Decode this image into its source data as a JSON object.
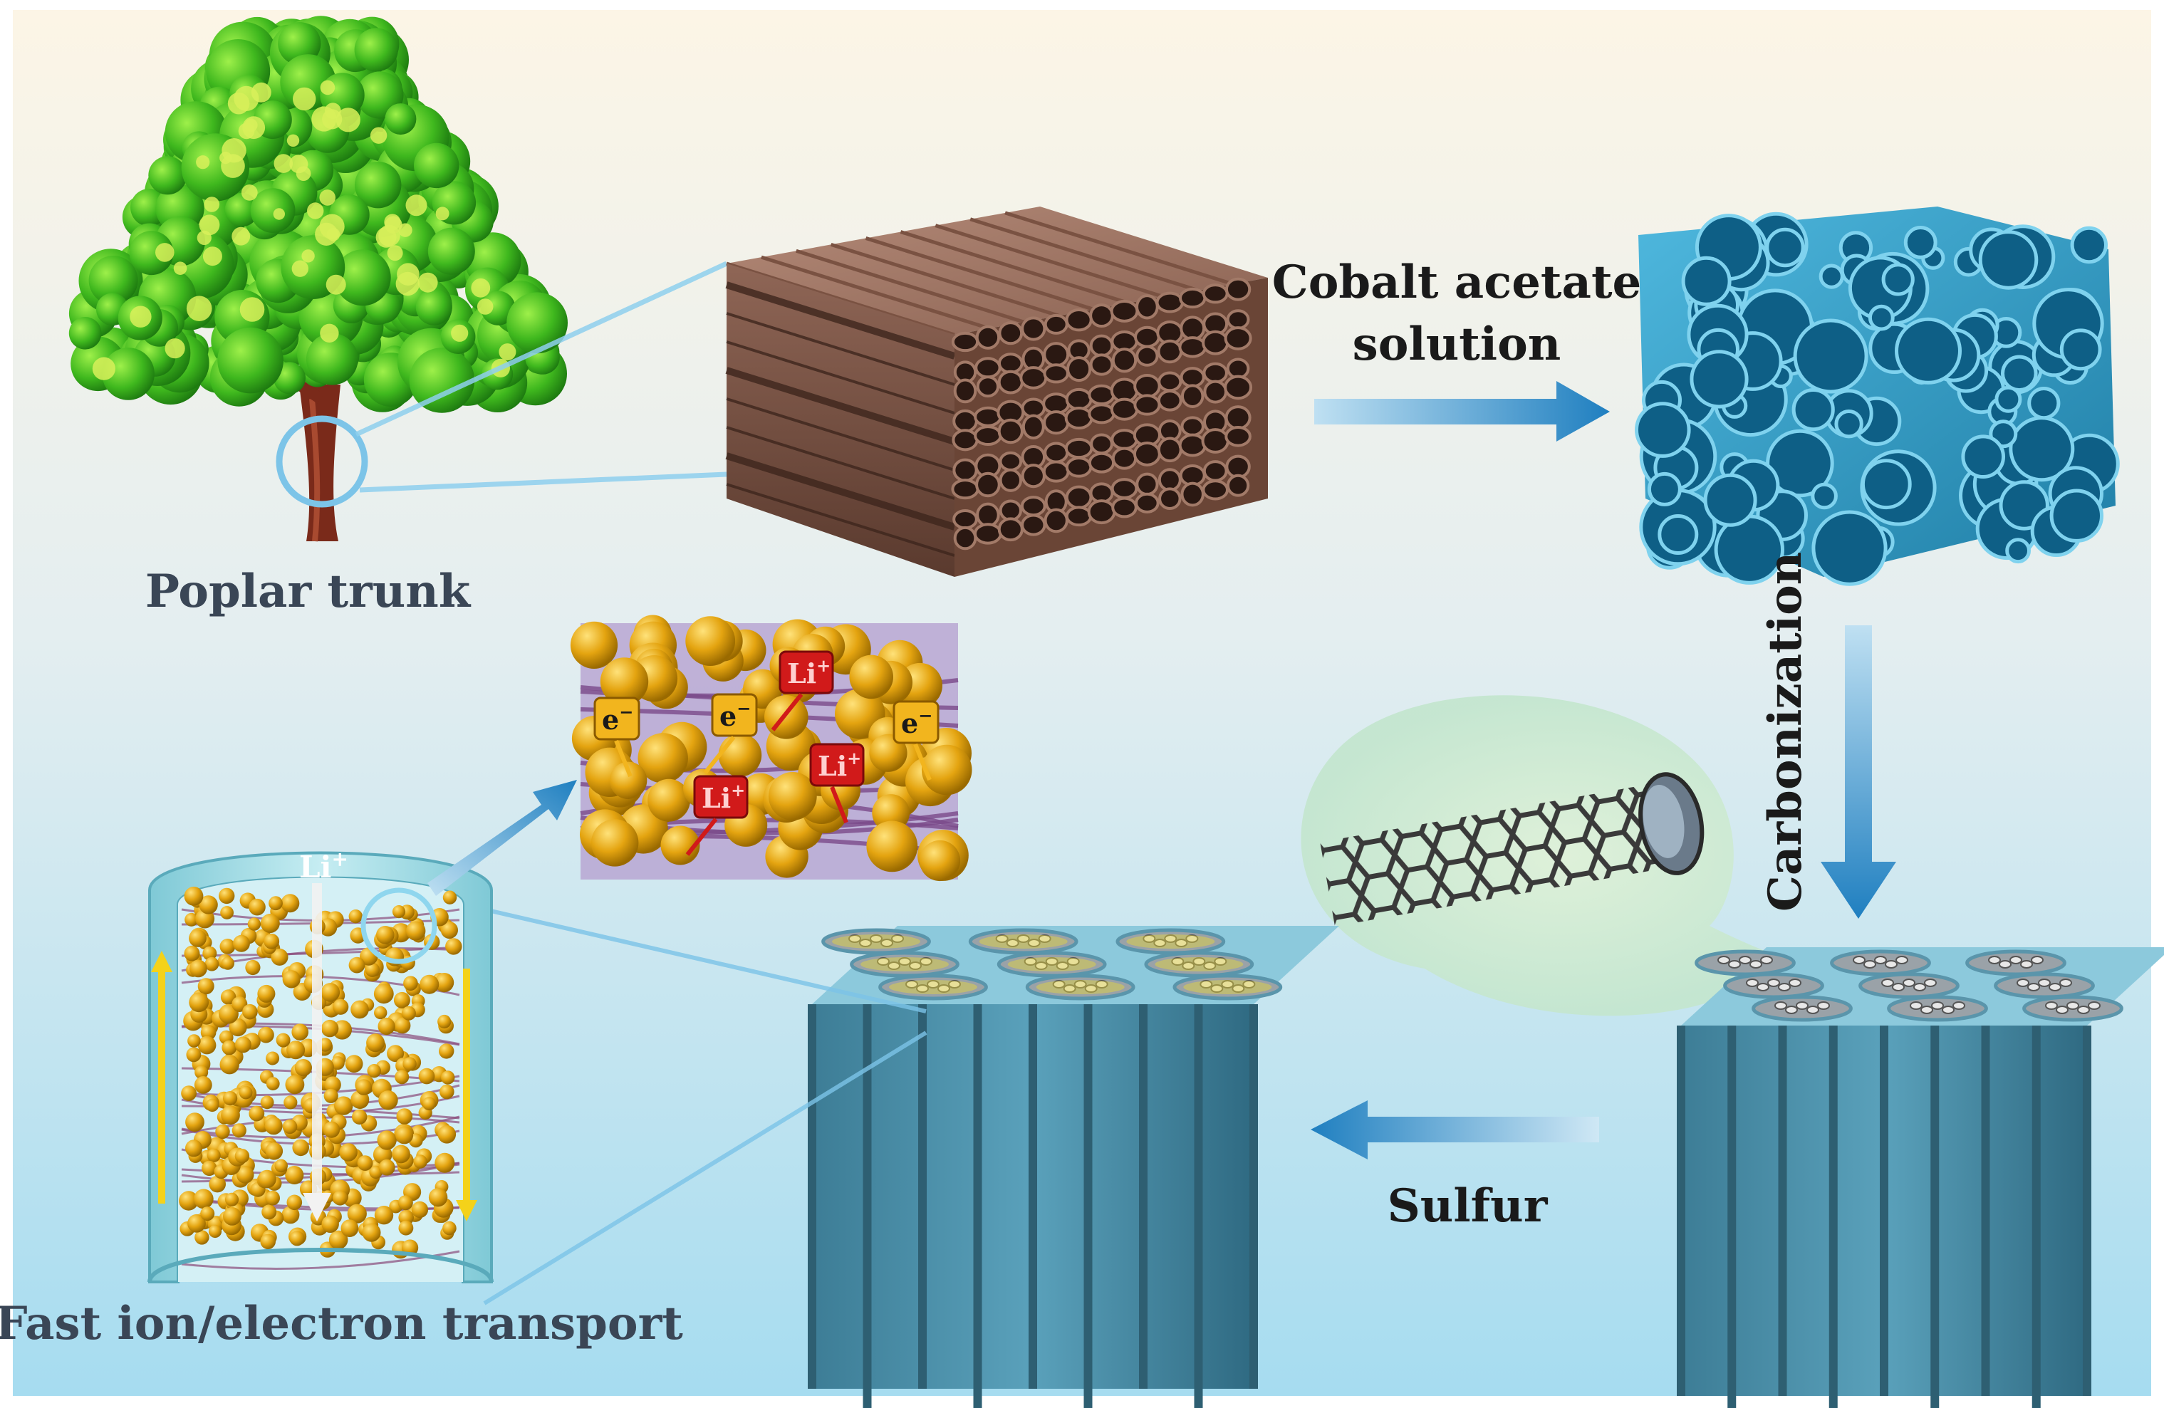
{
  "labels": {
    "poplar_trunk": "Poplar trunk",
    "cobalt_line1": "Cobalt acetate",
    "cobalt_line2": "solution",
    "carbonization": "Carbonization",
    "sulfur": "Sulfur",
    "fast_transport": "Fast ion/electron transport"
  },
  "tags": {
    "li": "Li",
    "li_sup": "+",
    "e": "e",
    "e_sup": "−"
  },
  "colors": {
    "background_top": "#fbf3e2",
    "background_bottom": "#a9ddf0",
    "wood_brown": "#9a7262",
    "foam_blue": "#2f9cc4",
    "prism_teal": "#4a8ea8",
    "sulfur_gold": "#e0a010",
    "li_red": "#d11a1a",
    "arrow_blue": "#1f7fc0"
  }
}
